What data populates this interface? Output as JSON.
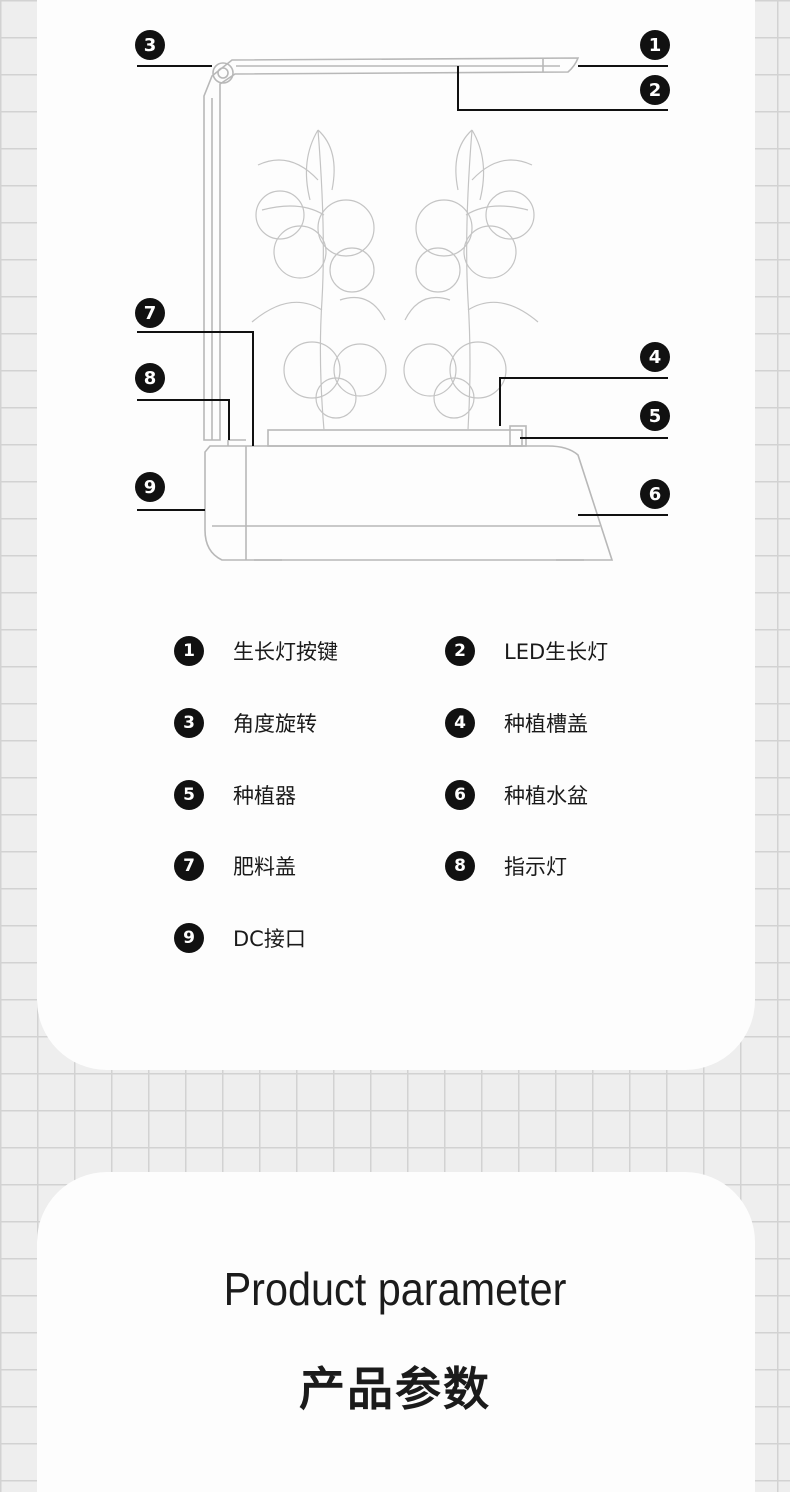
{
  "callouts": [
    "1",
    "2",
    "3",
    "4",
    "5",
    "6",
    "7",
    "8",
    "9"
  ],
  "legend": [
    {
      "num": "1",
      "label": "生长灯按键"
    },
    {
      "num": "2",
      "label": "LED生长灯"
    },
    {
      "num": "3",
      "label": "角度旋转"
    },
    {
      "num": "4",
      "label": "种植槽盖"
    },
    {
      "num": "5",
      "label": "种植器"
    },
    {
      "num": "6",
      "label": "种植水盆"
    },
    {
      "num": "7",
      "label": "肥料盖"
    },
    {
      "num": "8",
      "label": "指示灯"
    },
    {
      "num": "9",
      "label": "DC接口"
    }
  ],
  "section": {
    "title_en": "Product parameter",
    "title_zh": "产品参数"
  }
}
